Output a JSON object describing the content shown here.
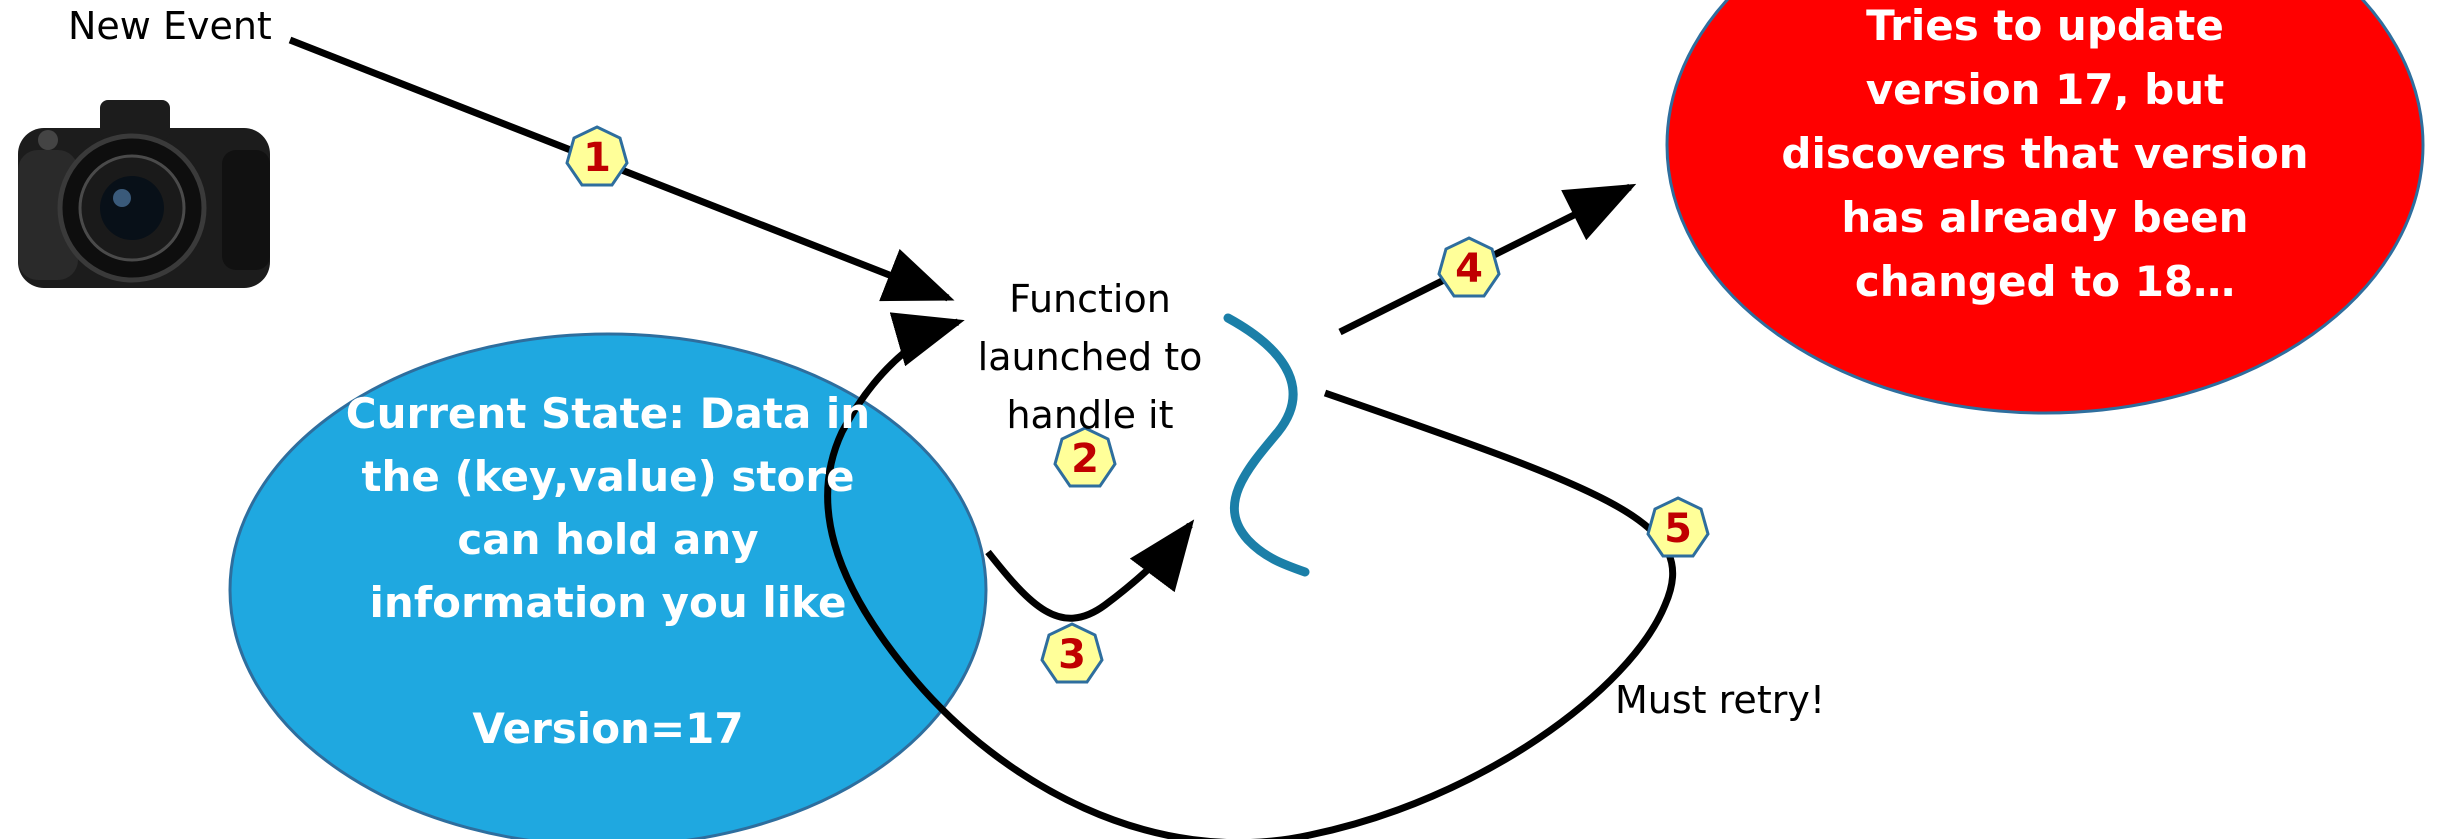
{
  "event": {
    "label": "New Event",
    "camera_icon": "camera-icon"
  },
  "current_state": {
    "lines": [
      "Current State: Data in",
      "the (key,value) store",
      "can hold any",
      "information you like",
      "",
      "Version=17"
    ],
    "color": "#1FA8E0"
  },
  "function": {
    "lines": [
      "Function",
      "launched to",
      "handle it"
    ]
  },
  "conflict": {
    "lines": [
      "Tries to update",
      "version 17, but",
      "discovers that version",
      "has already been",
      "changed to 18…"
    ],
    "color": "#FF0000"
  },
  "retry_label": "Must retry!",
  "steps": [
    "1",
    "2",
    "3",
    "4",
    "5"
  ],
  "colors": {
    "badge_fill": "#FFFF99",
    "badge_stroke": "#2E6E9E",
    "badge_text": "#C00000",
    "wave": "#1B7FA8"
  }
}
